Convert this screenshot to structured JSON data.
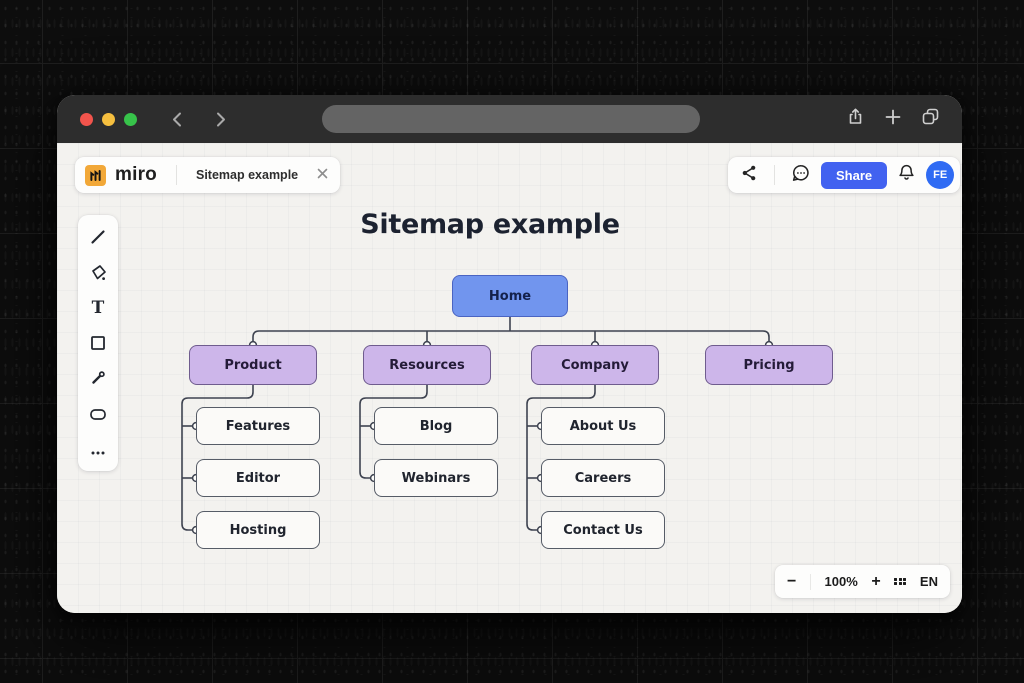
{
  "browser": {
    "window_controls": [
      "close",
      "minimize",
      "maximize"
    ],
    "nav_icons": [
      "chevron-left",
      "chevron-right"
    ],
    "address_bar": {
      "value": ""
    },
    "action_icons": [
      "share-up",
      "plus",
      "tab-overview"
    ]
  },
  "app_header": {
    "logo_text": "miro",
    "board_tab": {
      "title": "Sitemap example",
      "close_icon": "x"
    },
    "collab": {
      "icons": [
        "share-nodes",
        "comment-dots",
        "bell"
      ],
      "share_button": "Share",
      "avatar_initials": "FE"
    }
  },
  "toolbar": {
    "tools": [
      "pen",
      "sticky-nib",
      "text",
      "shape-square",
      "connector",
      "frame",
      "more"
    ]
  },
  "canvas": {
    "title": "Sitemap example",
    "sitemap": {
      "nodes": [
        {
          "id": "home",
          "label": "Home",
          "type": "root",
          "parent": null
        },
        {
          "id": "product",
          "label": "Product",
          "type": "section",
          "parent": "home"
        },
        {
          "id": "resources",
          "label": "Resources",
          "type": "section",
          "parent": "home"
        },
        {
          "id": "company",
          "label": "Company",
          "type": "section",
          "parent": "home"
        },
        {
          "id": "pricing",
          "label": "Pricing",
          "type": "section",
          "parent": "home"
        },
        {
          "id": "features",
          "label": "Features",
          "type": "page",
          "parent": "product"
        },
        {
          "id": "editor",
          "label": "Editor",
          "type": "page",
          "parent": "product"
        },
        {
          "id": "hosting",
          "label": "Hosting",
          "type": "page",
          "parent": "product"
        },
        {
          "id": "blog",
          "label": "Blog",
          "type": "page",
          "parent": "resources"
        },
        {
          "id": "webinars",
          "label": "Webinars",
          "type": "page",
          "parent": "resources"
        },
        {
          "id": "about-us",
          "label": "About Us",
          "type": "page",
          "parent": "company"
        },
        {
          "id": "careers",
          "label": "Careers",
          "type": "page",
          "parent": "company"
        },
        {
          "id": "contact-us",
          "label": "Contact Us",
          "type": "page",
          "parent": "company"
        }
      ]
    }
  },
  "zoom_bar": {
    "zoom_out": "−",
    "level": "100%",
    "zoom_in": "+",
    "apps_icon": "dots-grid",
    "language": "EN"
  },
  "colors": {
    "accent_blue": "#4262f0",
    "avatar_blue": "#2f6bf3",
    "logo_orange": "#f2a838",
    "node_root_fill": "#7195ee",
    "node_root_border": "#4a64c2",
    "node_root_text": "#14214b",
    "node_section_fill": "#cdb6ea",
    "node_section_border": "#6f5c8e",
    "node_section_text": "#241b38",
    "node_page_fill": "#fbfaf8",
    "node_page_border": "#565c67",
    "node_page_text": "#20242e",
    "connector_line": "#3e4350"
  }
}
